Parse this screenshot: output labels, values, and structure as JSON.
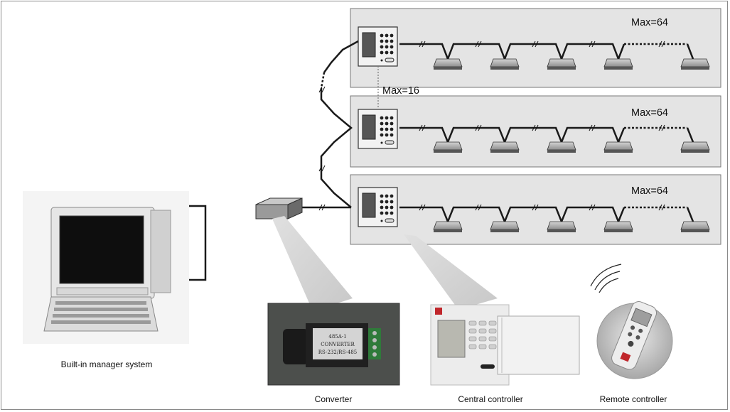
{
  "groups": [
    {
      "max_label": "Max=64"
    },
    {
      "max_label": "Max=64"
    },
    {
      "max_label": "Max=64"
    }
  ],
  "controller_link": {
    "max_label": "Max=16"
  },
  "converter_chip": {
    "line1": "485A-1",
    "line2": "CONVERTER",
    "line3": "RS-232/RS-485"
  },
  "captions": {
    "manager": "Built-in manager system",
    "converter": "Converter",
    "central": "Central controller",
    "remote": "Remote controller"
  },
  "colors": {
    "panel": "#e4e4e4",
    "line": "#1a1a1a",
    "frame": "#8a8a8a"
  }
}
